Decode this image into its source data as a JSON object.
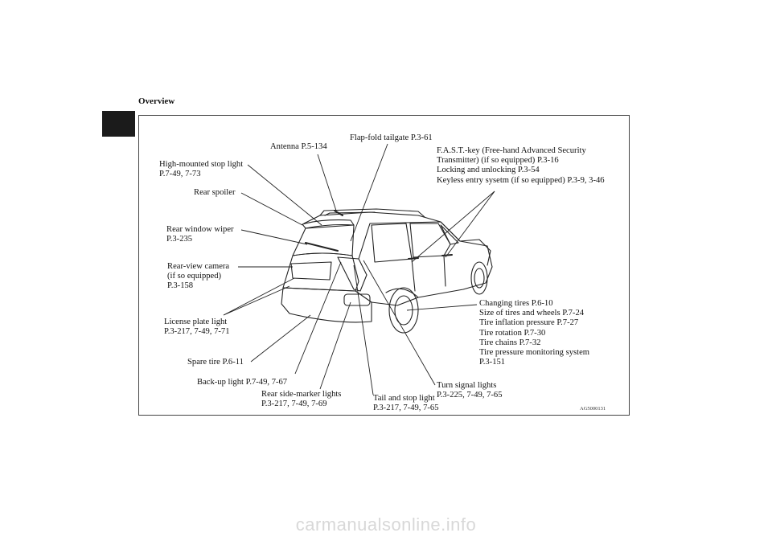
{
  "header": {
    "title": "Overview"
  },
  "figure_code": "AG5000131",
  "labels": {
    "antenna": "Antenna P.5-134",
    "flap_fold_tailgate": "Flap-fold tailgate P.3-61",
    "fast_key": "F.A.S.T.-key (Free-hand Advanced Security\nTransmitter) (if so equipped) P.3-16\nLocking and unlocking P.3-54\nKeyless entry sysetm (if so equipped) P.3-9, 3-46",
    "high_mounted_stop_light": "High-mounted stop light\nP.7-49, 7-73",
    "rear_spoiler": "Rear spoiler",
    "rear_window_wiper": "Rear window wiper\nP.3-235",
    "rear_view_camera": "Rear-view camera\n(if so equipped)\nP.3-158",
    "license_plate_light": "License plate light\nP.3-217, 7-49, 7-71",
    "spare_tire": "Spare tire P.6-11",
    "back_up_light": "Back-up light P.7-49, 7-67",
    "rear_side_marker_lights": "Rear side-marker lights\nP.3-217, 7-49, 7-69",
    "tail_and_stop_light": "Tail and stop light\nP.3-217, 7-49, 7-65",
    "turn_signal_lights": "Turn signal lights\nP.3-225, 7-49, 7-65",
    "changing_tires": "Changing tires P.6-10\nSize of tires and wheels P.7-24\nTire inflation pressure P.7-27\nTire rotation P.7-30\nTire chains P.7-32\nTire pressure monitoring system\nP.3-151"
  },
  "watermark": "carmanualsonline.info"
}
